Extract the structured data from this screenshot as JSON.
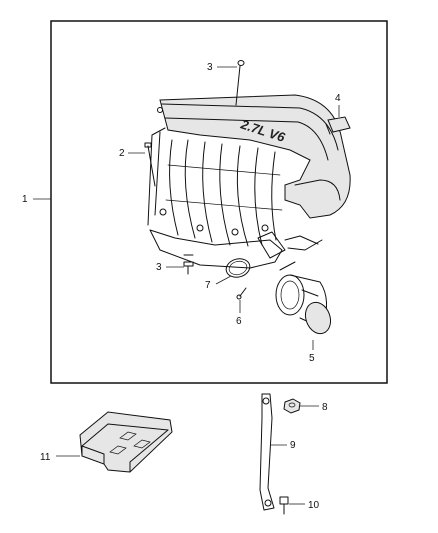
{
  "engine_badge": "2.7L V6",
  "callouts": {
    "c1": "1",
    "c2": "2",
    "c3a": "3",
    "c3b": "3",
    "c4": "4",
    "c5": "5",
    "c6": "6",
    "c7": "7",
    "c8": "8",
    "c9": "9",
    "c10": "10",
    "c11": "11"
  }
}
